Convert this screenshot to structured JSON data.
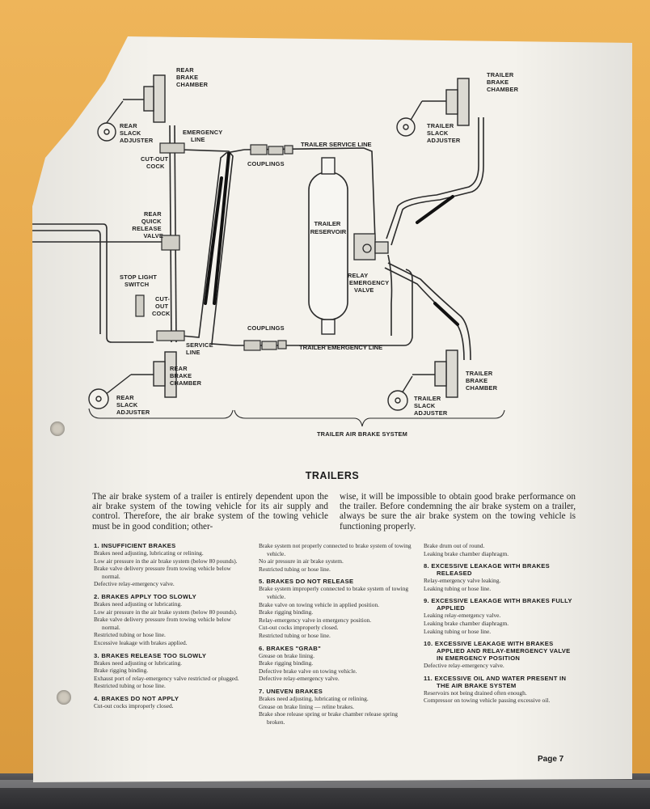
{
  "colors": {
    "paper": "#f4f2ec",
    "ink": "#1e1e1e",
    "background": "#e7a94a"
  },
  "diagram": {
    "labels": {
      "rear_brake_chamber_top": [
        "REAR",
        "BRAKE",
        "CHAMBER"
      ],
      "rear_slack_adjuster_top": [
        "REAR",
        "SLACK",
        "ADJUSTER"
      ],
      "emergency_line": [
        "EMERGENCY",
        "LINE"
      ],
      "cut_out_cock_top": [
        "CUT-OUT",
        "COCK"
      ],
      "couplings_top": "COUPLINGS",
      "trailer_service_line": "TRAILER SERVICE LINE",
      "trailer_brake_chamber_top": [
        "TRAILER",
        "BRAKE",
        "CHAMBER"
      ],
      "trailer_slack_adjuster_top": [
        "TRAILER",
        "SLACK",
        "ADJUSTER"
      ],
      "rear_quick_release_valve": [
        "REAR",
        "QUICK",
        "RELEASE",
        "VALVE"
      ],
      "trailer_reservoir": [
        "TRAILER",
        "RESERVOIR"
      ],
      "relay_emergency_valve": [
        "RELAY",
        "EMERGENCY",
        "VALVE"
      ],
      "stop_light_switch": [
        "STOP LIGHT",
        "SWITCH"
      ],
      "cut_out_cock_bottom": [
        "CUT-",
        "OUT",
        "COCK"
      ],
      "couplings_bottom": "COUPLINGS",
      "service_line": [
        "SERVICE",
        "LINE"
      ],
      "trailer_emergency_line": "TRAILER EMERGENCY LINE",
      "rear_brake_chamber_bottom": [
        "REAR",
        "BRAKE",
        "CHAMBER"
      ],
      "rear_slack_adjuster_bottom": [
        "REAR",
        "SLACK",
        "ADJUSTER"
      ],
      "trailer_brake_chamber_bottom": [
        "TRAILER",
        "BRAKE",
        "CHAMBER"
      ],
      "trailer_slack_adjuster_bottom": [
        "TRAILER",
        "SLACK",
        "ADJUSTER"
      ],
      "caption": "TRAILER AIR BRAKE SYSTEM"
    }
  },
  "heading": "TRAILERS",
  "intro_left": "The air brake system of a trailer is entirely dependent upon the air brake system of the towing vehicle for its air supply and control. Therefore, the air brake system of the towing vehicle must be in good condition; other-",
  "intro_right": "wise, it will be impossible to obtain good brake performance on the trailer. Before condemning the air brake system on a trailer, always be sure the air brake system on the towing vehicle is functioning properly.",
  "columns": [
    [
      {
        "title": "1. INSUFFICIENT BRAKES",
        "items": [
          "Brakes need adjusting, lubricating or relining.",
          "Low air pressure in the air brake system (below 80 pounds).",
          "Brake valve delivery pressure from towing vehicle below normal.",
          "Defective relay-emergency valve."
        ]
      },
      {
        "title": "2. BRAKES APPLY TOO SLOWLY",
        "items": [
          "Brakes need adjusting or lubricating.",
          "Low air pressure in the air brake system (below 80 pounds).",
          "Brake valve delivery pressure from towing vehicle below normal.",
          "Restricted tubing or hose line.",
          "Excessive leakage with brakes applied."
        ]
      },
      {
        "title": "3. BRAKES RELEASE TOO SLOWLY",
        "items": [
          "Brakes need adjusting or lubricating.",
          "Brake rigging binding.",
          "Exhaust port of relay-emergency valve restricted or plugged.",
          "Restricted tubing or hose line."
        ]
      },
      {
        "title": "4. BRAKES DO NOT APPLY",
        "items": [
          "Cut-out cocks improperly closed."
        ]
      }
    ],
    [
      {
        "title": "",
        "items": [
          "Brake system not properly connected to brake system of towing vehicle.",
          "No air pressure in air brake system.",
          "Restricted tubing or hose line."
        ]
      },
      {
        "title": "5. BRAKES DO NOT RELEASE",
        "items": [
          "Brake system improperly connected to brake system of towing vehicle.",
          "Brake valve on towing vehicle in applied position.",
          "Brake rigging binding.",
          "Relay-emergency valve in emergency position.",
          "Cut-out cocks improperly closed.",
          "Restricted tubing or hose line."
        ]
      },
      {
        "title": "6. BRAKES \"GRAB\"",
        "items": [
          "Grease on brake lining.",
          "Brake rigging binding.",
          "Defective brake valve on towing vehicle.",
          "Defective relay-emergency valve."
        ]
      },
      {
        "title": "7. UNEVEN BRAKES",
        "items": [
          "Brakes need adjusting, lubricating or relining.",
          "Grease on brake lining — reline brakes.",
          "Brake shoe release spring or brake chamber release spring broken."
        ]
      }
    ],
    [
      {
        "title": "",
        "items": [
          "Brake drum out of round.",
          "Leaking brake chamber diaphragm."
        ]
      },
      {
        "title": "8. EXCESSIVE LEAKAGE WITH BRAKES RELEASED",
        "items": [
          "Relay-emergency valve leaking.",
          "Leaking tubing or hose line."
        ]
      },
      {
        "title": "9. EXCESSIVE LEAKAGE WITH BRAKES FULLY APPLIED",
        "items": [
          "Leaking relay-emergency valve.",
          "Leaking brake chamber diaphragm.",
          "Leaking tubing or hose line."
        ]
      },
      {
        "title": "10. EXCESSIVE LEAKAGE WITH BRAKES APPLIED AND RELAY-EMERGENCY VALVE IN EMERGENCY POSITION",
        "items": [
          "Defective relay-emergency valve."
        ]
      },
      {
        "title": "11. EXCESSIVE OIL AND WATER PRESENT IN THE AIR BRAKE SYSTEM",
        "items": [
          "Reservoirs not being drained often enough.",
          "Compressor on towing vehicle passing excessive oil."
        ]
      }
    ]
  ],
  "page_number": "Page 7"
}
